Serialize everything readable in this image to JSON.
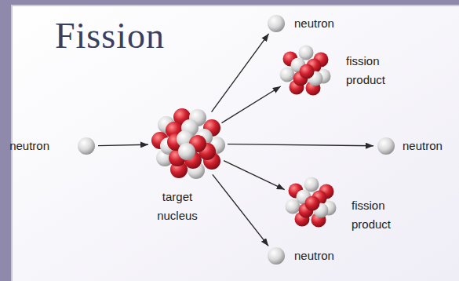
{
  "diagram": {
    "title": "Fission",
    "nodes": [
      {
        "text": [
          "neutron"
        ]
      },
      {
        "text": [
          "target nucleus"
        ]
      },
      {
        "text": [
          "neutron"
        ]
      },
      {
        "text": [
          "fission product"
        ]
      },
      {
        "text": [
          "neutron"
        ]
      },
      {
        "text": [
          "fission product"
        ]
      },
      {
        "text": [
          "neutron"
        ]
      }
    ],
    "edges": [
      {
        "from": 0,
        "to": 1,
        "arrow": "to"
      },
      {
        "from": 1,
        "to": 2,
        "arrow": "to"
      },
      {
        "from": 1,
        "to": 3,
        "arrow": "to"
      },
      {
        "from": 1,
        "to": 4,
        "arrow": "to"
      },
      {
        "from": 1,
        "to": 5,
        "arrow": "to"
      },
      {
        "from": 1,
        "to": 6,
        "arrow": "to"
      }
    ]
  }
}
